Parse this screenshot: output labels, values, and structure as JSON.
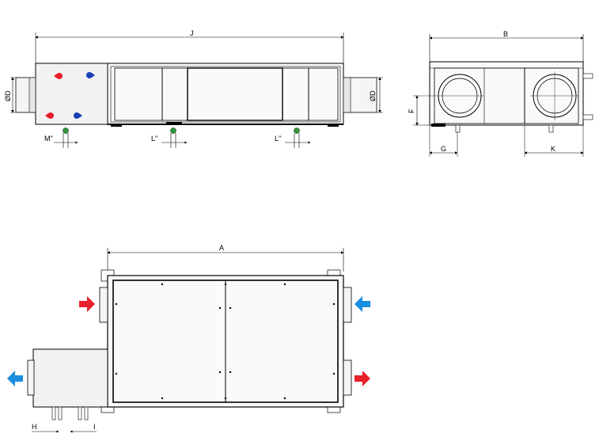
{
  "labels": {
    "J": "J",
    "B": "B",
    "A": "A",
    "D_left": "ØD",
    "D_right": "ØD",
    "F": "F",
    "G": "G",
    "K": "K",
    "M": "M\"",
    "L1": "L\"",
    "L2": "L\"",
    "H": "H",
    "I": "I"
  },
  "colors": {
    "hot": "#e8202a",
    "cold": "#1a8fe0",
    "cold_dark": "#1c3fb5",
    "drain": "#2f9a3a",
    "line": "#000000",
    "fill_light": "#f2f2f2"
  },
  "icons": {
    "arrow": "arrow-icon",
    "pipe": "pipe-fitting-icon"
  }
}
